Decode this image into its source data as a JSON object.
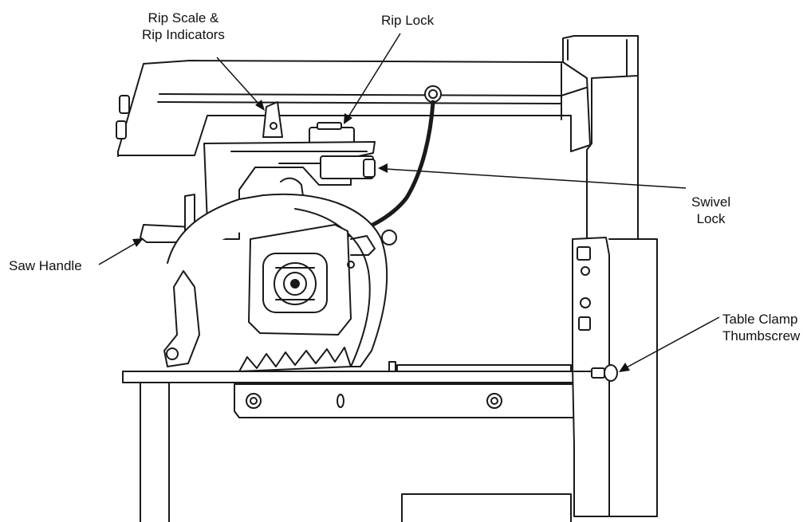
{
  "labels": {
    "rip_scale": "Rip Scale &\nRip Indicators",
    "rip_lock": "Rip Lock",
    "swivel_lock": "Swivel\nLock",
    "saw_handle": "Saw Handle",
    "table_clamp": "Table Clamp\nThumbscrew"
  }
}
